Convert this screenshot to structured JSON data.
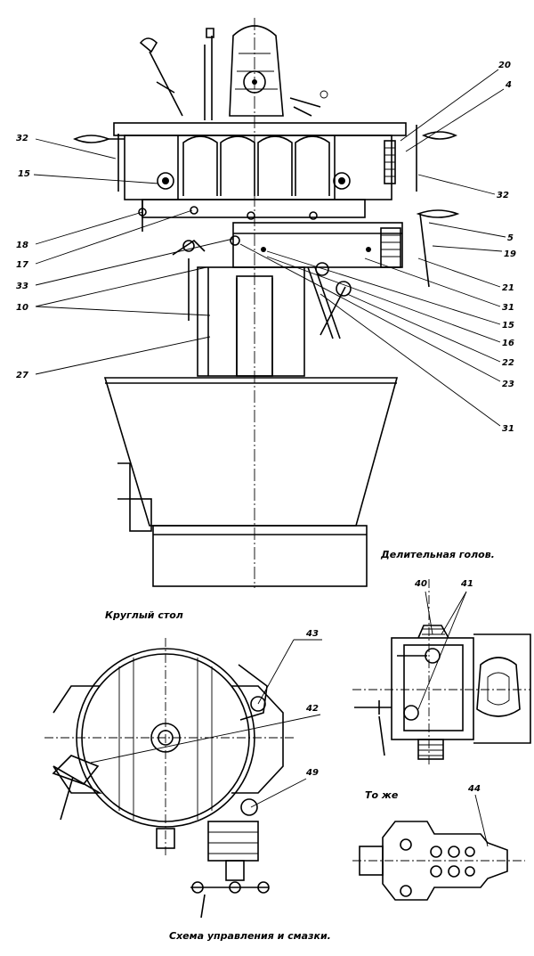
{
  "captions": {
    "dividing_head": "Делительная голов.",
    "round_table": "Круглый стол",
    "same": "То же",
    "control_scheme": "Схема управления и смазки."
  },
  "callouts": {
    "c20": "20",
    "c4": "4",
    "c32r": "32",
    "c5": "5",
    "c19r": "19",
    "c21": "21",
    "c31a": "31",
    "c15r": "15",
    "c16r": "16",
    "c22": "22",
    "c23": "23",
    "c31b": "31",
    "c32l": "32",
    "c15l": "15",
    "c18": "18",
    "c17": "17",
    "c33": "33",
    "c10": "10",
    "c27": "27",
    "c43": "43",
    "c42": "42",
    "c49": "49",
    "c40": "40",
    "c41": "41",
    "c44": "44"
  }
}
